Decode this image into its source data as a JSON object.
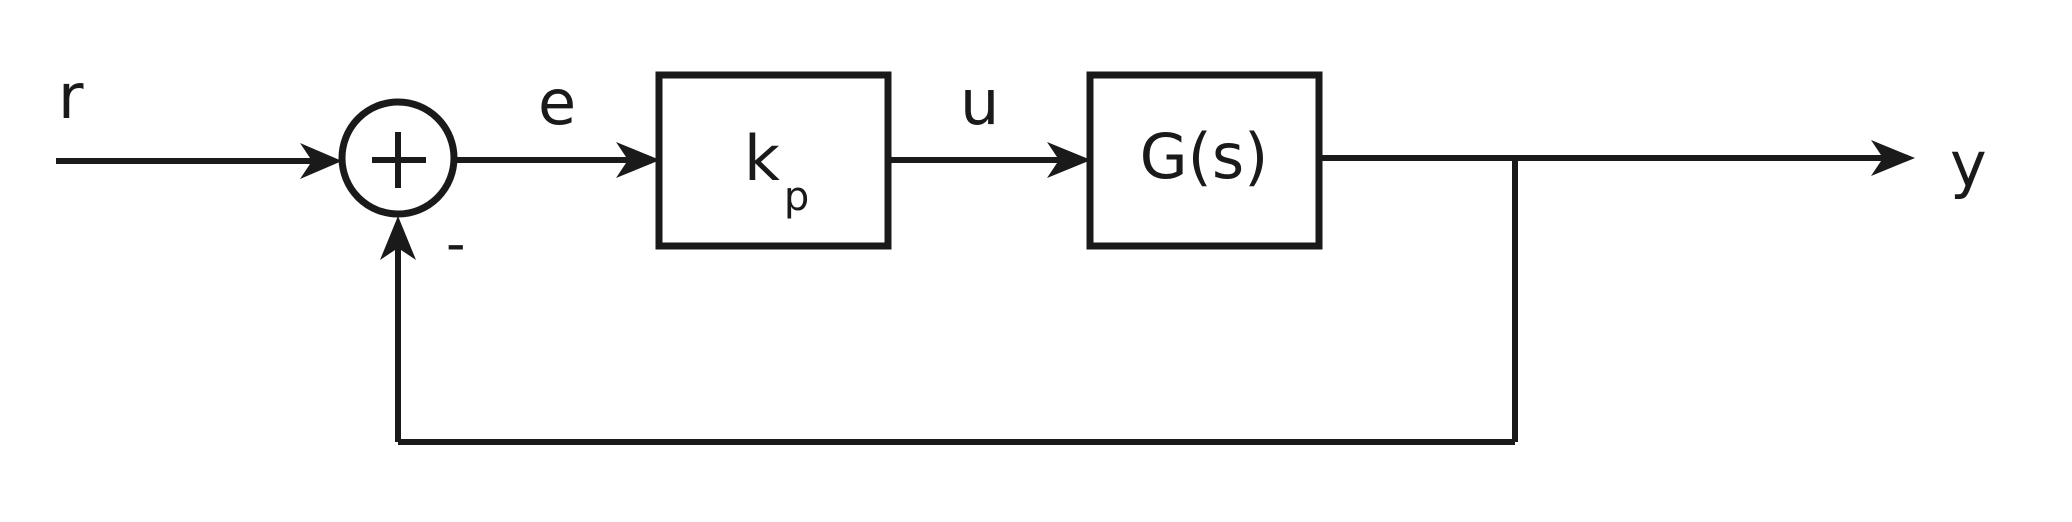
{
  "colors": {
    "stroke": "#1a1a1a",
    "background": "#ffffff"
  },
  "signals": {
    "reference": "r",
    "error": "e",
    "control": "u",
    "output": "y"
  },
  "summing_junction": {
    "plus_sign": "+",
    "minus_sign": "-"
  },
  "controller_block": {
    "gain_symbol": "k",
    "gain_subscript": "p"
  },
  "plant_block": {
    "transfer_function": "G(s)"
  }
}
